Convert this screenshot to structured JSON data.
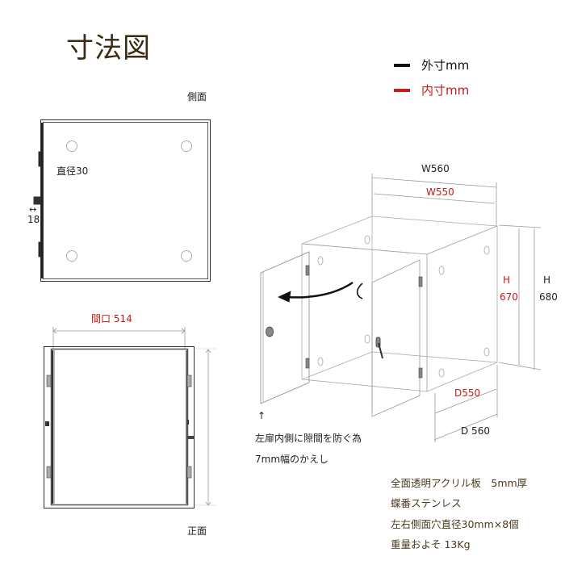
{
  "title": "寸法図",
  "legend": {
    "outer": {
      "label": "外寸mm",
      "color": "#111111"
    },
    "inner": {
      "label": "内寸mm",
      "color": "#c41a1a"
    }
  },
  "side_view": {
    "label": "側面",
    "hole_label": "直径30",
    "gap_label": "18",
    "gap_arrow": "↔"
  },
  "front_view": {
    "label": "正面",
    "opening_label": "間口 514"
  },
  "iso_view": {
    "outer_width": "W560",
    "inner_width": "W550",
    "inner_height_h": "H",
    "inner_height_v": "670",
    "outer_height_h": "H",
    "outer_height_v": "680",
    "inner_depth": "D550",
    "outer_depth": "D 560"
  },
  "note": {
    "arrow": "↑",
    "line1": "左扉内側に隙間を防ぐ為",
    "line2": "7mm幅のかえし"
  },
  "specs": [
    "全面透明アクリル板　5mm厚",
    "蝶番ステンレス",
    "左右側面穴直径30mm×8個",
    "重量およそ 13Kg"
  ]
}
